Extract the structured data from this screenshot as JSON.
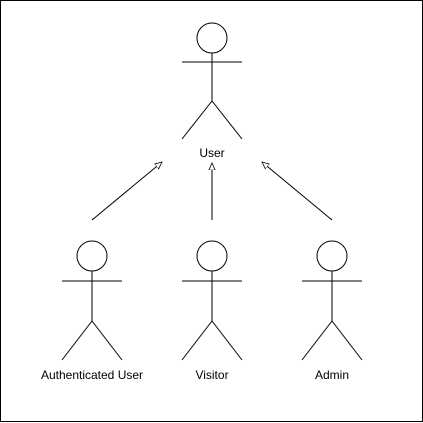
{
  "diagram": {
    "type": "uml-use-case-actor-generalization",
    "colors": {
      "stroke": "#000000",
      "background": "#ffffff"
    },
    "actors": [
      {
        "id": "user",
        "label": "User"
      },
      {
        "id": "authenticated-user",
        "label": "Authenticated User"
      },
      {
        "id": "visitor",
        "label": "Visitor"
      },
      {
        "id": "admin",
        "label": "Admin"
      }
    ],
    "generalizations": [
      {
        "from": "authenticated-user",
        "to": "user"
      },
      {
        "from": "visitor",
        "to": "user"
      },
      {
        "from": "admin",
        "to": "user"
      }
    ]
  }
}
